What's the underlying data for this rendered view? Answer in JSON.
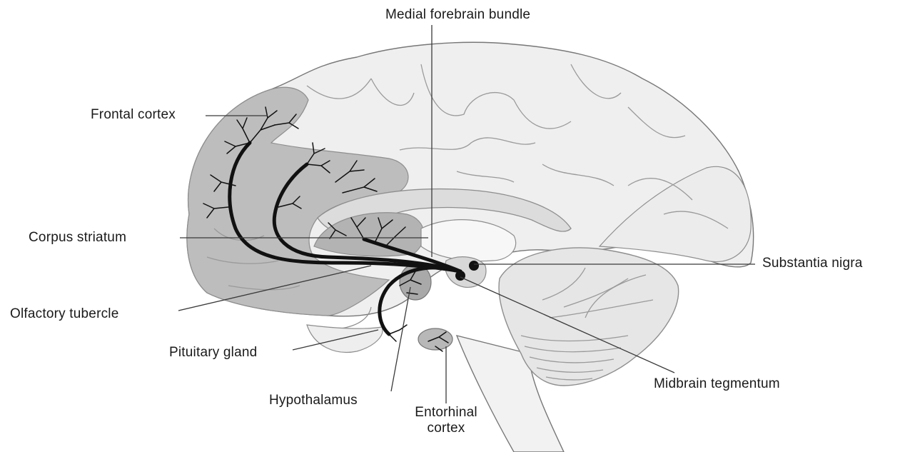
{
  "labels": {
    "medial_forebrain_bundle": "Medial forebrain bundle",
    "frontal_cortex": "Frontal cortex",
    "corpus_striatum": "Corpus striatum",
    "olfactory_tubercle": "Olfactory tubercle",
    "pituitary_gland": "Pituitary gland",
    "hypothalamus": "Hypothalamus",
    "entorhinal_cortex_line1": "Entorhinal",
    "entorhinal_cortex_line2": "cortex",
    "substantia_nigra": "Substantia nigra",
    "midbrain_tegmentum": "Midbrain tegmentum"
  },
  "colors": {
    "brain_fill": "#efefef",
    "shaded_region": "#bdbdbd",
    "dark_region": "#a9a9a9",
    "pathway": "#111111",
    "leader_line": "#3a3a3a",
    "text": "#1a1a1a"
  }
}
